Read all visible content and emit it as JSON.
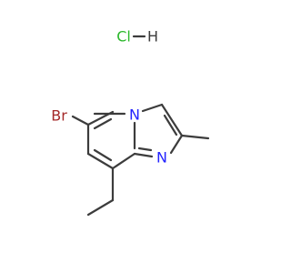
{
  "molecule": {
    "salt": {
      "chlorine": "Cl",
      "hydrogen": "H"
    },
    "atoms": {
      "bromine": "Br",
      "bridgehead_nitrogen": "N",
      "imine_nitrogen": "N"
    },
    "colors": {
      "chlorine": "#2cb82c",
      "bromine": "#a52a2a",
      "nitrogen": "#2424ff",
      "hydrogen": "#3c3c3c",
      "bond": "#3c3c3c"
    }
  }
}
